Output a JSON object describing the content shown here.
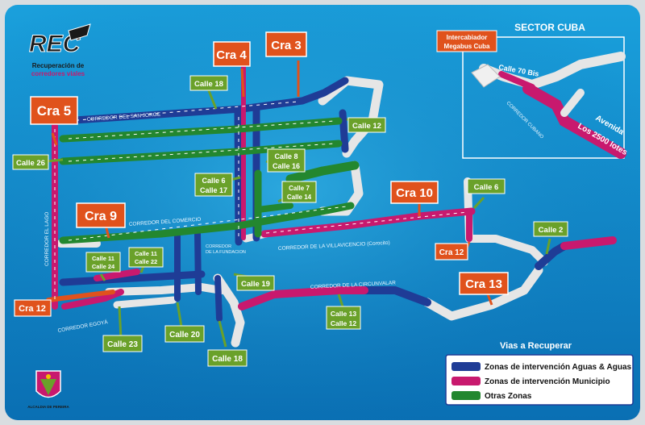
{
  "brand": {
    "logo_text": "REC",
    "subtitle_line1": "Recuperación de",
    "subtitle_line2": "corredores viales"
  },
  "inset": {
    "title": "SECTOR CUBA",
    "labels": {
      "intercambiador": [
        "Intercabiador",
        "Megabus Cuba"
      ],
      "calle70": "Calle 70 Bis",
      "corredor_cubano": "CORREDOR CUBANO",
      "avenida": [
        "Avenida",
        "Los 2500 lotes"
      ]
    }
  },
  "corridors": {
    "san_jorge": "CORREDOR DEL SAN JORGE",
    "comercio": "CORREDOR DEL COMERCIO",
    "villavicencio": "CORREDOR DE LA VILLAVICENCIO (Corocito)",
    "fundacion": [
      "CORREDOR",
      "DE LA FUNDACION"
    ],
    "circunvalar": "CORREDOR DE LA CIRCUNVALAR",
    "el_lago": "CORREDOR EL LAGO",
    "egoya": "CORREDOR EGOYÁ"
  },
  "orange_labels": {
    "cra4": "Cra 4",
    "cra3": "Cra 3",
    "cra5": "Cra 5",
    "cra9": "Cra 9",
    "cra10": "Cra 10",
    "cra12_left": "Cra 12",
    "cra12_right": "Cra 12",
    "cra13": "Cra 13"
  },
  "green_labels": {
    "calle18_top": "Calle 18",
    "calle12": "Calle 12",
    "calle26": "Calle 26",
    "calle8_16": [
      "Calle 8",
      "Calle 16"
    ],
    "calle6_17": [
      "Calle 6",
      "Calle 17"
    ],
    "calle7_14": [
      "Calle 7",
      "Calle 14"
    ],
    "calle6_right": "Calle 6",
    "calle2": "Calle 2",
    "calle11_24": [
      "Calle 11",
      "Calle 24"
    ],
    "calle11_22": [
      "Calle 11",
      "Calle 22"
    ],
    "calle19": "Calle 19",
    "calle13_12": [
      "Calle 13",
      "Calle 12"
    ],
    "calle23": "Calle 23",
    "calle20": "Calle 20",
    "calle18_bottom": "Calle 18"
  },
  "legend": {
    "title": "Vias a Recuperar",
    "items": [
      {
        "label": "Zonas de intervención Aguas & Aguas",
        "color": "#1f3c96"
      },
      {
        "label": "Zonas de intervención Municipio",
        "color": "#c8196e"
      },
      {
        "label": "Otras Zonas",
        "color": "#23872f"
      }
    ]
  },
  "footer": {
    "alcaldia": "ALCALDIA DE PEREIRA"
  },
  "colors": {
    "background": "#0b7fc4",
    "aguas": "#1f3c96",
    "municipio": "#c8196e",
    "otras": "#23872f",
    "orange": "#e0521c",
    "green_label": "#6aa12a",
    "road_gray": "#e4e4e4"
  }
}
